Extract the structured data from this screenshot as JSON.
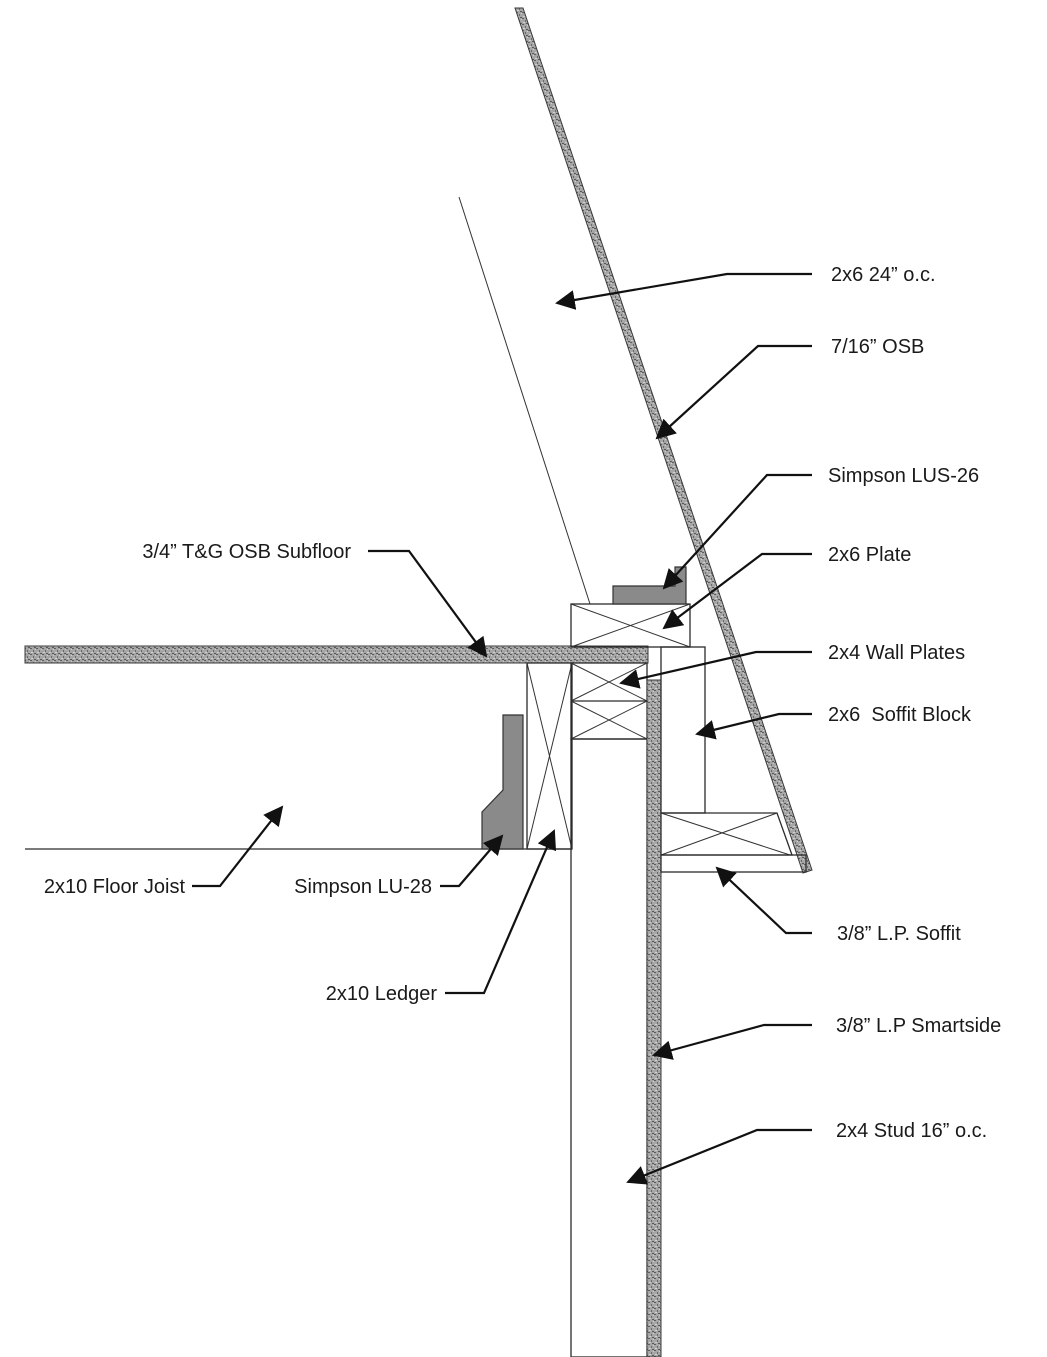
{
  "labels": {
    "rafter": "2x6 24” o.c.",
    "roof_sheathing": "7/16” OSB",
    "rafter_hanger": "Simpson LUS-26",
    "plate_2x6": "2x6 Plate",
    "subfloor": "3/4” T&G OSB Subfloor",
    "wall_plates": "2x4 Wall Plates",
    "soffit_block": "2x6  Soffit Block",
    "floor_joist": "2x10 Floor Joist",
    "joist_hanger": "Simpson LU-28",
    "soffit": "3/8” L.P. Soffit",
    "ledger": "2x10 Ledger",
    "siding": "3/8” L.P Smartside",
    "stud": "2x4 Stud 16” o.c."
  },
  "colors": {
    "line": "#2b2b2b",
    "osb_fill": "#9a9a9a",
    "hanger_fill": "#8a8a8a",
    "background": "#ffffff"
  }
}
